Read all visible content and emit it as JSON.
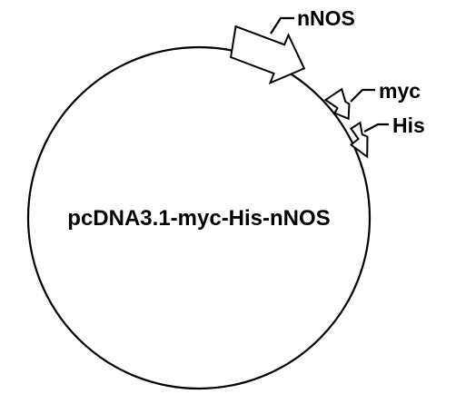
{
  "plasmid": {
    "name": "pcDNA3.1-myc-His-nNOS"
  },
  "features": [
    {
      "label": "nNOS"
    },
    {
      "label": "myc"
    },
    {
      "label": "His"
    }
  ],
  "colors": {
    "stroke": "#000000",
    "fill": "#ffffff",
    "text": "#000000"
  }
}
